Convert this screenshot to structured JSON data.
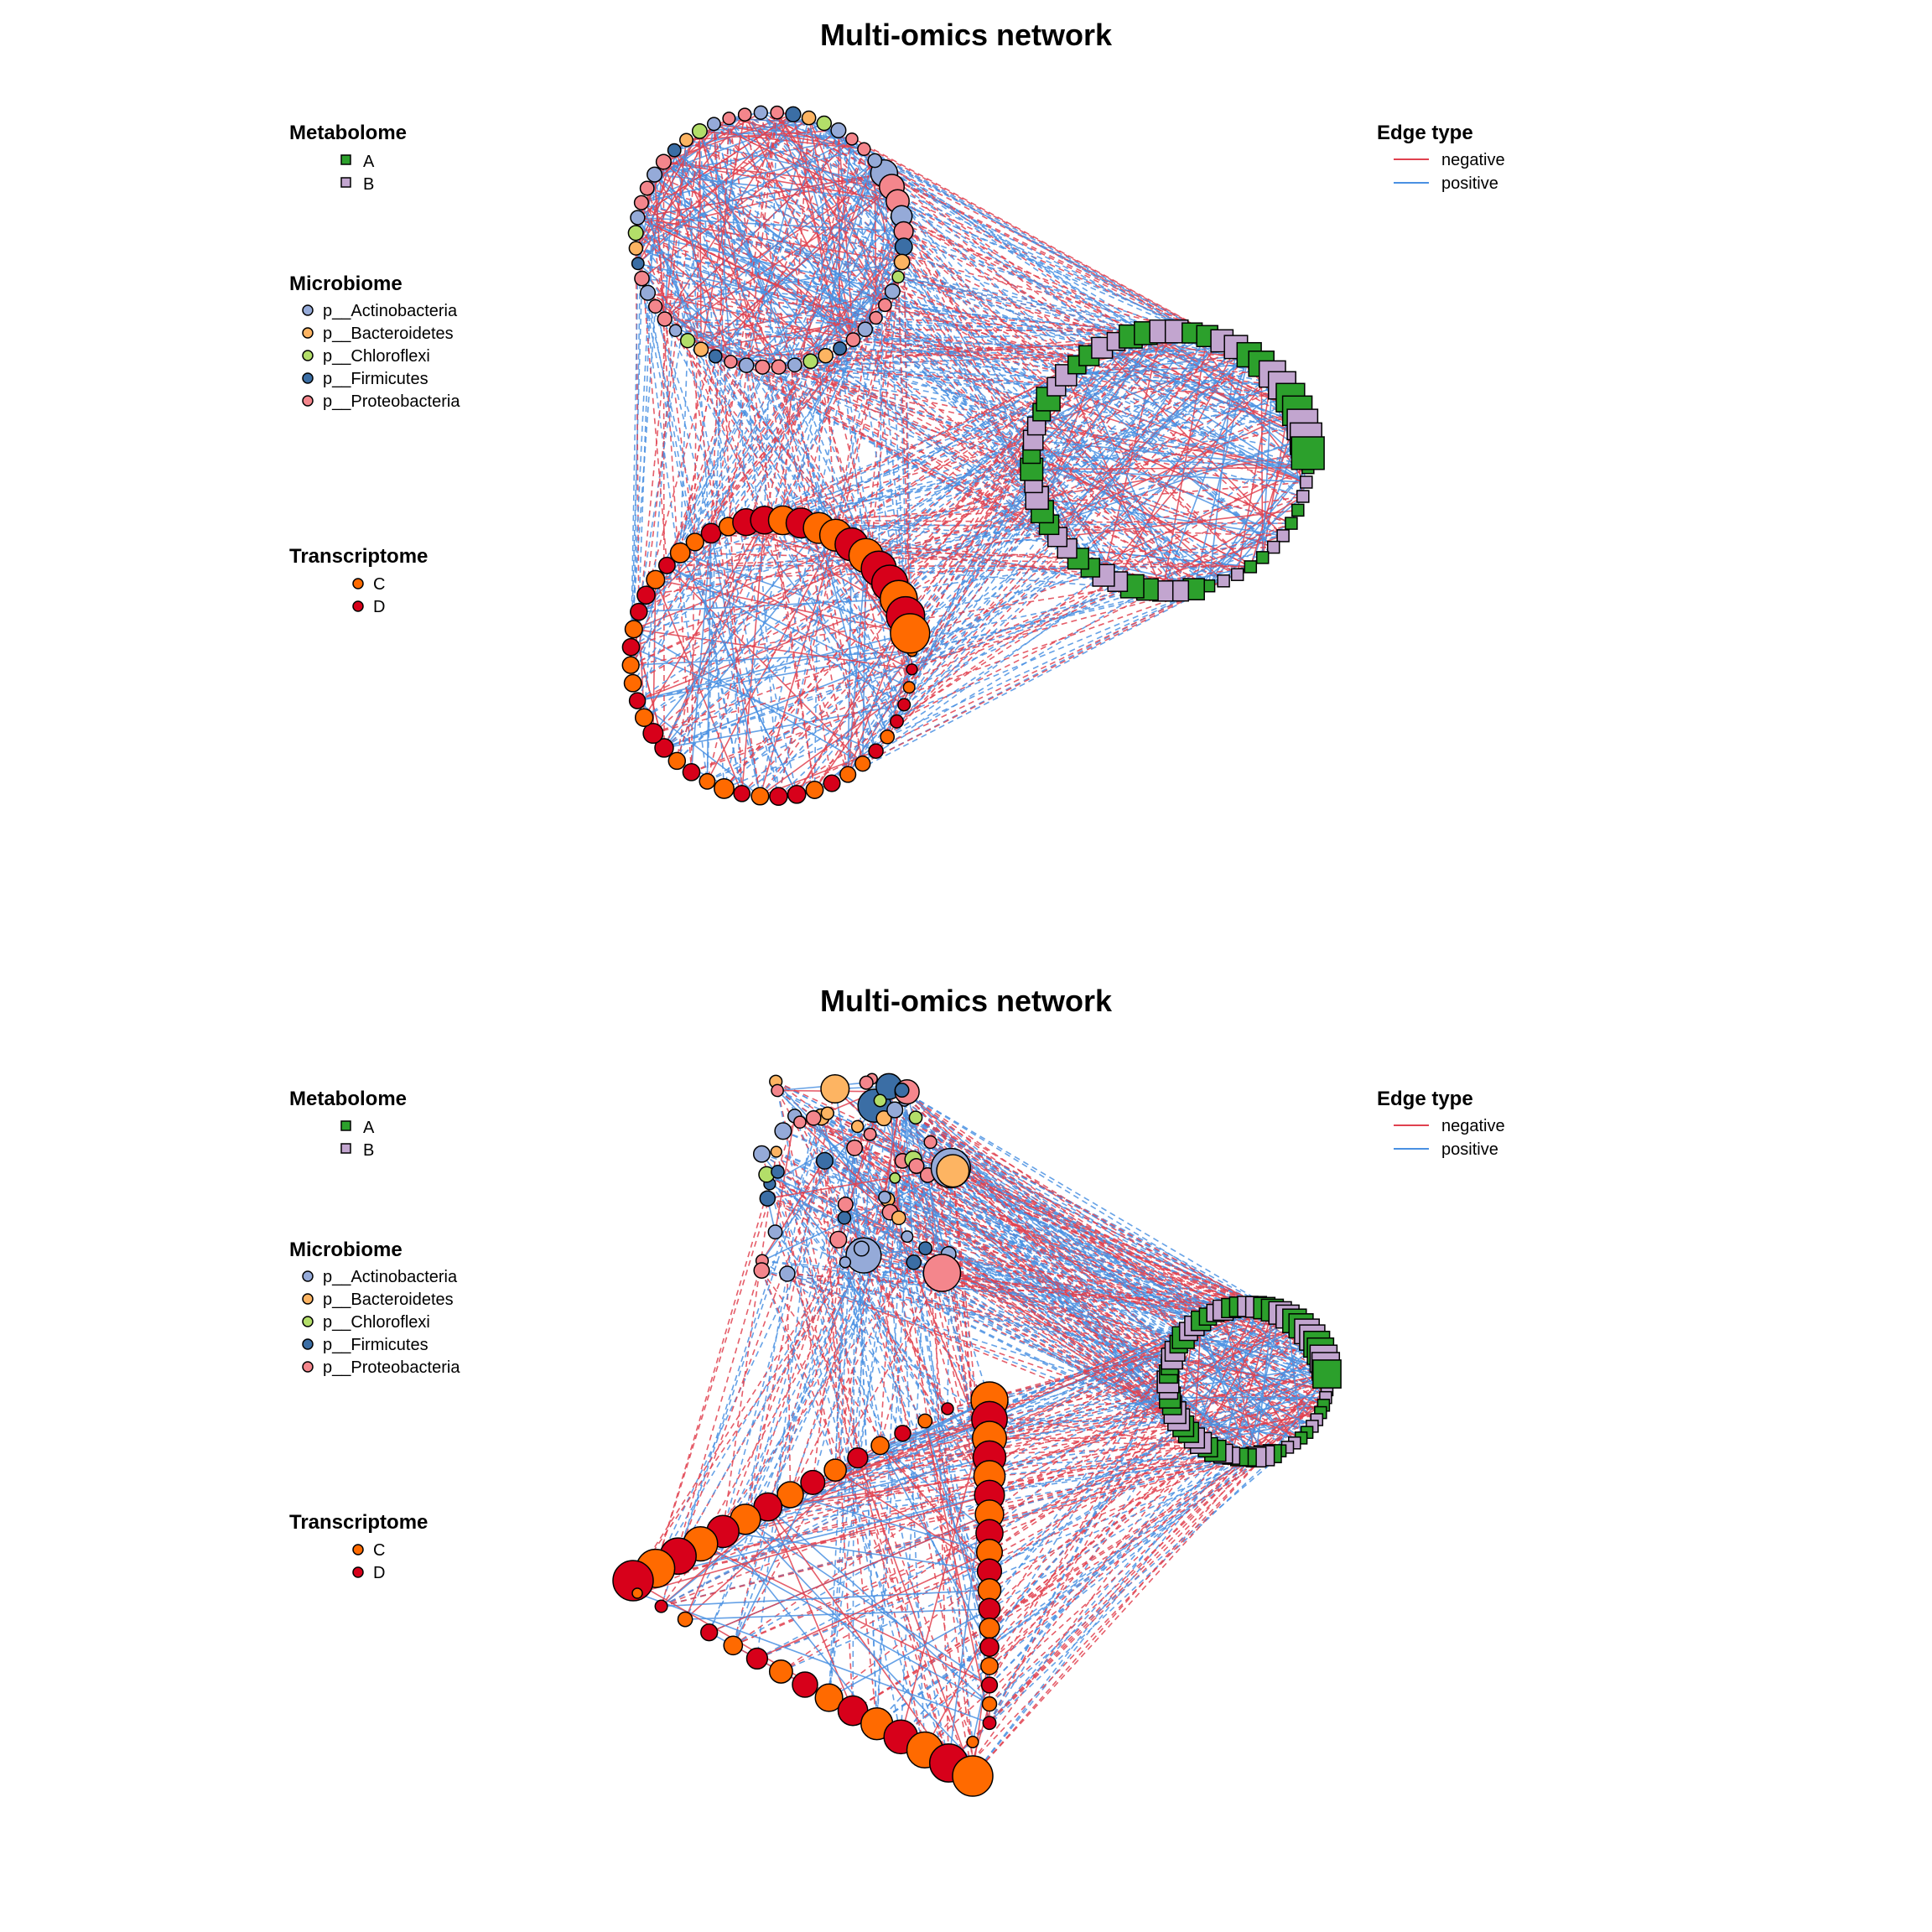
{
  "panels": [
    {
      "title": "Multi-omics network",
      "layout": "circular"
    },
    {
      "title": "Multi-omics network",
      "layout": "spread"
    }
  ],
  "legend": {
    "metabolome": {
      "heading": "Metabolome",
      "items": [
        {
          "label": "A",
          "color": "#2ca02c",
          "shape": "square"
        },
        {
          "label": "B",
          "color": "#c2a5cf",
          "shape": "square"
        }
      ]
    },
    "microbiome": {
      "heading": "Microbiome",
      "items": [
        {
          "label": "p__Actinobacteria",
          "color": "#95aad8",
          "shape": "circle"
        },
        {
          "label": "p__Bacteroidetes",
          "color": "#fdb462",
          "shape": "circle"
        },
        {
          "label": "p__Chloroflexi",
          "color": "#b3de69",
          "shape": "circle"
        },
        {
          "label": "p__Firmicutes",
          "color": "#3b6ea5",
          "shape": "circle"
        },
        {
          "label": "p__Proteobacteria",
          "color": "#f4868c",
          "shape": "circle"
        }
      ]
    },
    "transcriptome": {
      "heading": "Transcriptome",
      "items": [
        {
          "label": "C",
          "color": "#ff6a00",
          "shape": "circle"
        },
        {
          "label": "D",
          "color": "#d7001a",
          "shape": "circle"
        }
      ]
    },
    "edge_type": {
      "heading": "Edge type",
      "items": [
        {
          "label": "negative",
          "color": "#e0414f"
        },
        {
          "label": "positive",
          "color": "#4a90e2"
        }
      ]
    }
  },
  "colors": {
    "negative_edge": "#e0414f",
    "positive_edge": "#4a90e2",
    "node_outline": "#000000"
  }
}
